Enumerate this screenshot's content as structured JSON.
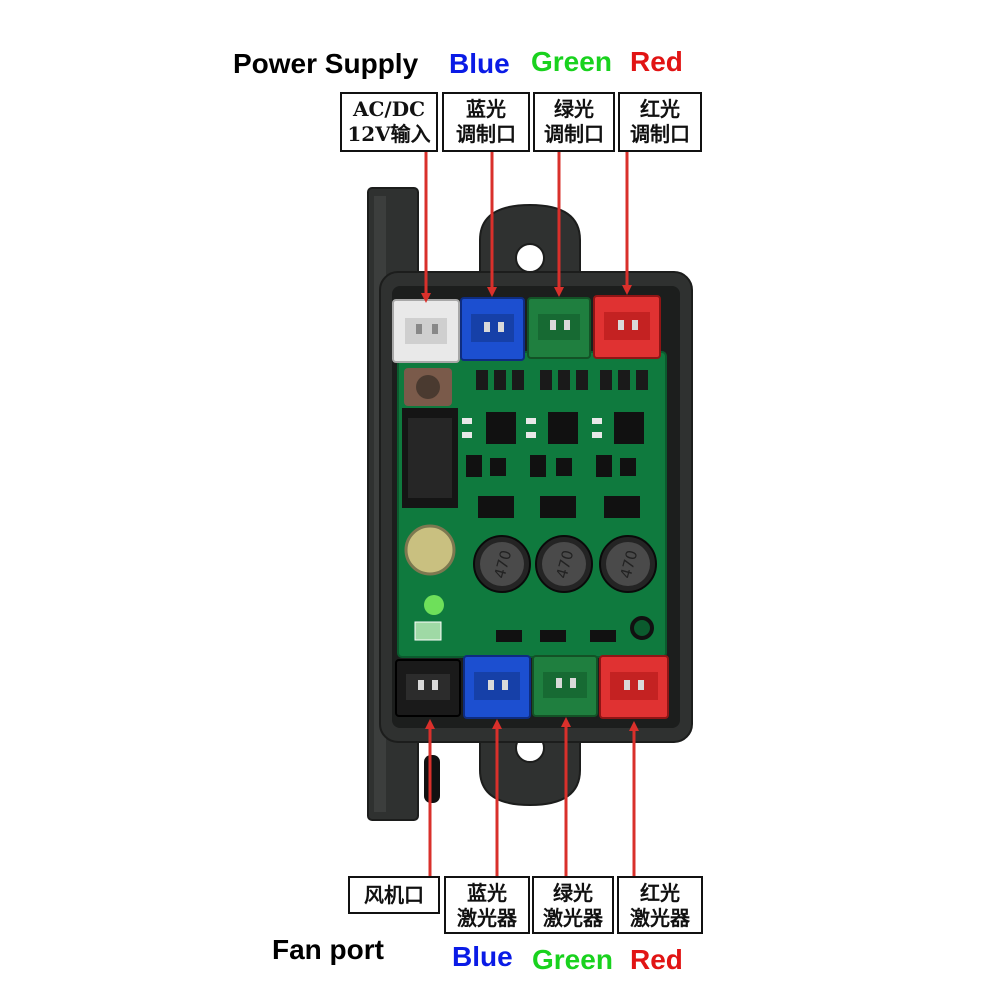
{
  "colors": {
    "blue": "#0a1be6",
    "green": "#19d21e",
    "red": "#e11414",
    "arrow": "#d9302b",
    "housing": "#2f3130",
    "pcb": "#0f7a3e"
  },
  "top": {
    "power_label": "Power Supply",
    "blue_label": "Blue",
    "green_label": "Green",
    "red_label": "Red",
    "boxes": [
      {
        "line1": "AC/DC",
        "line2": "12V输入"
      },
      {
        "line1": "蓝光",
        "line2": "调制口"
      },
      {
        "line1": "绿光",
        "line2": "调制口"
      },
      {
        "line1": "红光",
        "line2": "调制口"
      }
    ]
  },
  "bottom": {
    "fan_label": "Fan port",
    "blue_label": "Blue",
    "green_label": "Green",
    "red_label": "Red",
    "boxes": [
      {
        "line1": "风机口"
      },
      {
        "line1": "蓝光",
        "line2": "激光器"
      },
      {
        "line1": "绿光",
        "line2": "激光器"
      },
      {
        "line1": "红光",
        "line2": "激光器"
      }
    ]
  },
  "board": {
    "inductor_marking": "470"
  }
}
